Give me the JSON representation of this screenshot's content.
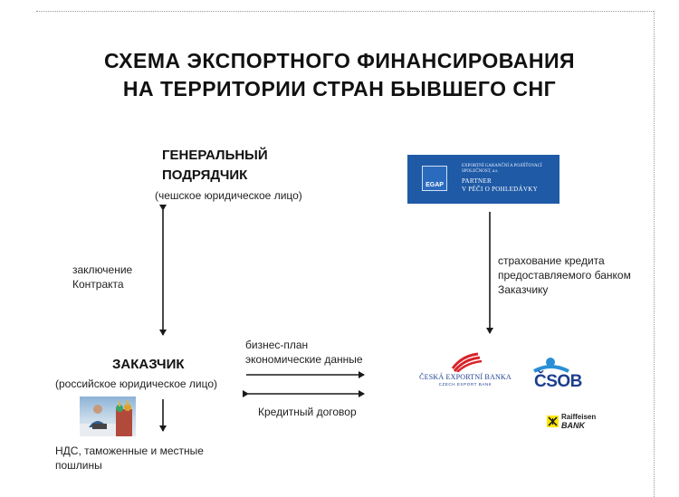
{
  "title": {
    "line1": "СХЕМА ЭКСПОРТНОГО ФИНАНСИРОВАНИЯ",
    "line2": "НА ТЕРРИТОРИИ СТРАН БЫВШЕГО СНГ"
  },
  "contractor": {
    "line1": "ГЕНЕРАЛЬНЫЙ",
    "line2": "ПОДРЯДЧИК",
    "note": "(чешское юридическое лицо)"
  },
  "contract": {
    "line1": "заключение",
    "line2": "Контракта"
  },
  "customer": {
    "name": "ЗАКАЗЧИК",
    "note": "(российское юридическое лицо)"
  },
  "taxes": {
    "line1": "НДС, таможенные и местные",
    "line2": "пошлины"
  },
  "business_plan": {
    "line1": "бизнес-план",
    "line2": "экономические данные"
  },
  "credit_agreement": "Кредитный договор",
  "insurance": {
    "line1": "страхование кредита",
    "line2": "предоставляемого банком",
    "line3": "Заказчику"
  },
  "egap": {
    "logo": "EGAP",
    "top_text": "EXPORTNÍ GARANČNÍ A POJIŠŤOVACÍ SPOLEČNOST, a.s.",
    "partner": "PARTNER",
    "subtitle": "V PÉČI O POHLEDÁVKY"
  },
  "banks": {
    "ceb_name": "ČESKÁ EXPORTNÍ BANKA",
    "ceb_sub": "CZECH EXPORT BANK",
    "csob": "ČSOB",
    "raif_line1": "Raiffeisen",
    "raif_line2": "BANK"
  },
  "colors": {
    "egap_blue": "#1f5aa6",
    "ceb_red": "#d8232a",
    "csob_blue": "#1b3f8f",
    "raiffeisen_yellow": "#fee600"
  },
  "icons": {
    "photo": "businessman-moscow-photo",
    "ceb_logo": "ceb-wave-logo",
    "csob_logo": "csob-logo",
    "raiffeisen_logo": "raiffeisen-logo"
  }
}
